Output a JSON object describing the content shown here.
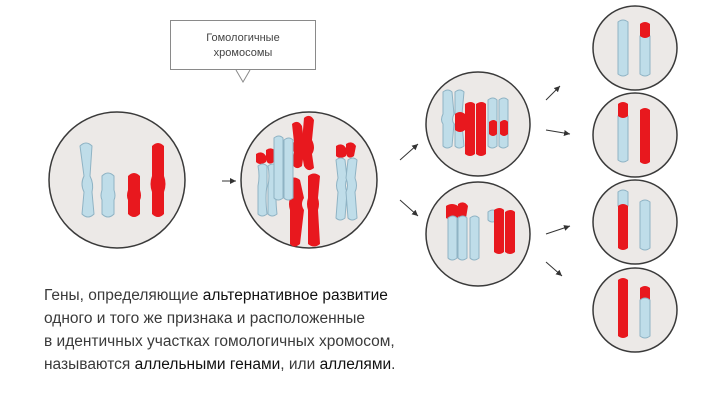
{
  "callout": {
    "line1": "Гомологичные",
    "line2": "хромосомы"
  },
  "caption": {
    "line1_a": "Гены, определяющие ",
    "line1_b": "альтернативное развитие",
    "line2": "одного и того же признака и расположенные",
    "line3": "в идентичных участках гомологичных хромосом,",
    "line4_a": "называются ",
    "line4_b": "аллельными генами",
    "line4_c": ", или ",
    "line4_d": "аллелями",
    "line4_e": "."
  },
  "colors": {
    "maternal": "#e8181e",
    "paternal": "#bfdde9",
    "cell_fill": "#ece9e7",
    "cell_stroke": "#3a3a3a"
  }
}
